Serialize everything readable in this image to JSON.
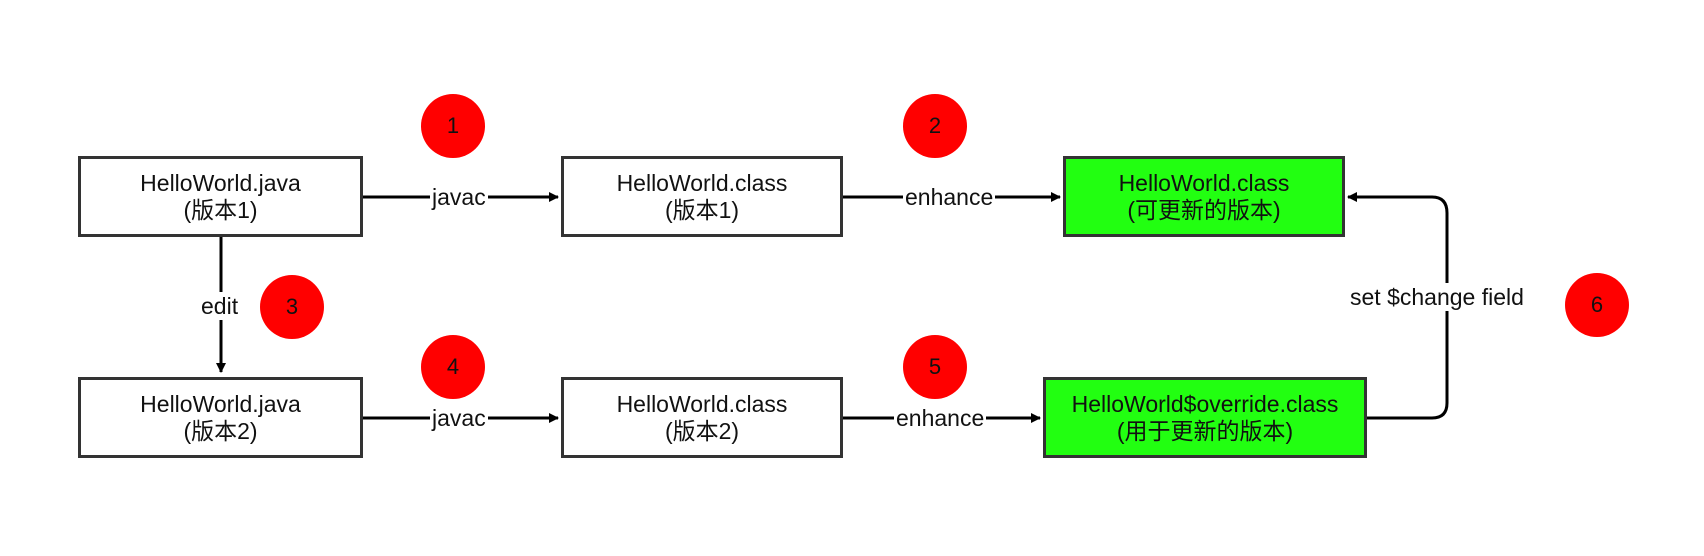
{
  "colors": {
    "box_border": "#333333",
    "box_fill": "#ffffff",
    "highlight_fill": "#22ff11",
    "badge_fill": "#ff0000",
    "arrow": "#000000"
  },
  "nodes": {
    "java_v1": {
      "line1": "HelloWorld.java",
      "line2": "(版本1)"
    },
    "class_v1": {
      "line1": "HelloWorld.class",
      "line2": "(版本1)"
    },
    "class_enhanced": {
      "line1": "HelloWorld.class",
      "line2": "(可更新的版本)"
    },
    "java_v2": {
      "line1": "HelloWorld.java",
      "line2": "(版本2)"
    },
    "class_v2": {
      "line1": "HelloWorld.class",
      "line2": "(版本2)"
    },
    "override_class": {
      "line1": "HelloWorld$override.class",
      "line2": "(用于更新的版本)"
    }
  },
  "edges": {
    "javac_top": "javac",
    "enhance_top": "enhance",
    "edit": "edit",
    "javac_bottom": "javac",
    "enhance_bottom": "enhance",
    "set_change": "set $change field"
  },
  "badges": [
    "1",
    "2",
    "3",
    "4",
    "5",
    "6"
  ]
}
